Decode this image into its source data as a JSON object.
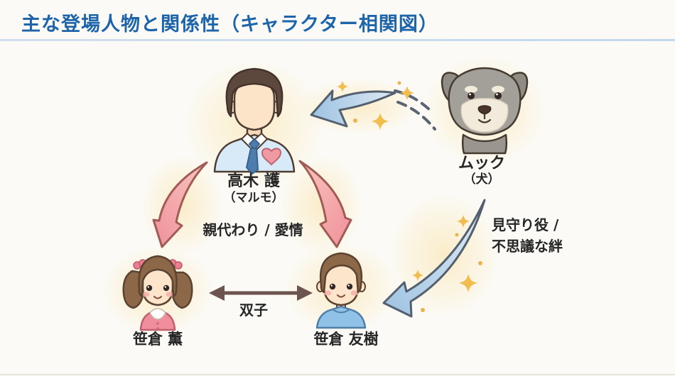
{
  "header": {
    "title": "主な登場人物と関係性（キャラクター相関図）"
  },
  "characters": {
    "marumo": {
      "name": "高木 護",
      "sub": "（マルモ）"
    },
    "mukku": {
      "name": "ムック",
      "sub": "（犬）"
    },
    "kaoru": {
      "name": "笹倉 薫"
    },
    "tomoki": {
      "name": "笹倉 友樹"
    }
  },
  "relationships": {
    "parental": "親代わり / 愛情",
    "twins": "双子",
    "watcher_line1": "見守り役 /",
    "watcher_line2": "不思議な絆"
  },
  "colors": {
    "title_blue": "#1d64ab",
    "divider_blue": "#c9dcee",
    "arrow_blue_fill": "#a9c9e6",
    "arrow_blue_outline": "#55606e",
    "arrow_pink_fill": "#f2989f",
    "arrow_pink_outline": "#a05c55",
    "twins_arrow_brown": "#6e5450",
    "sparkle_gold": "#f2bd4e",
    "glow_cream": "#fbe9bd",
    "label_text": "#262626"
  }
}
